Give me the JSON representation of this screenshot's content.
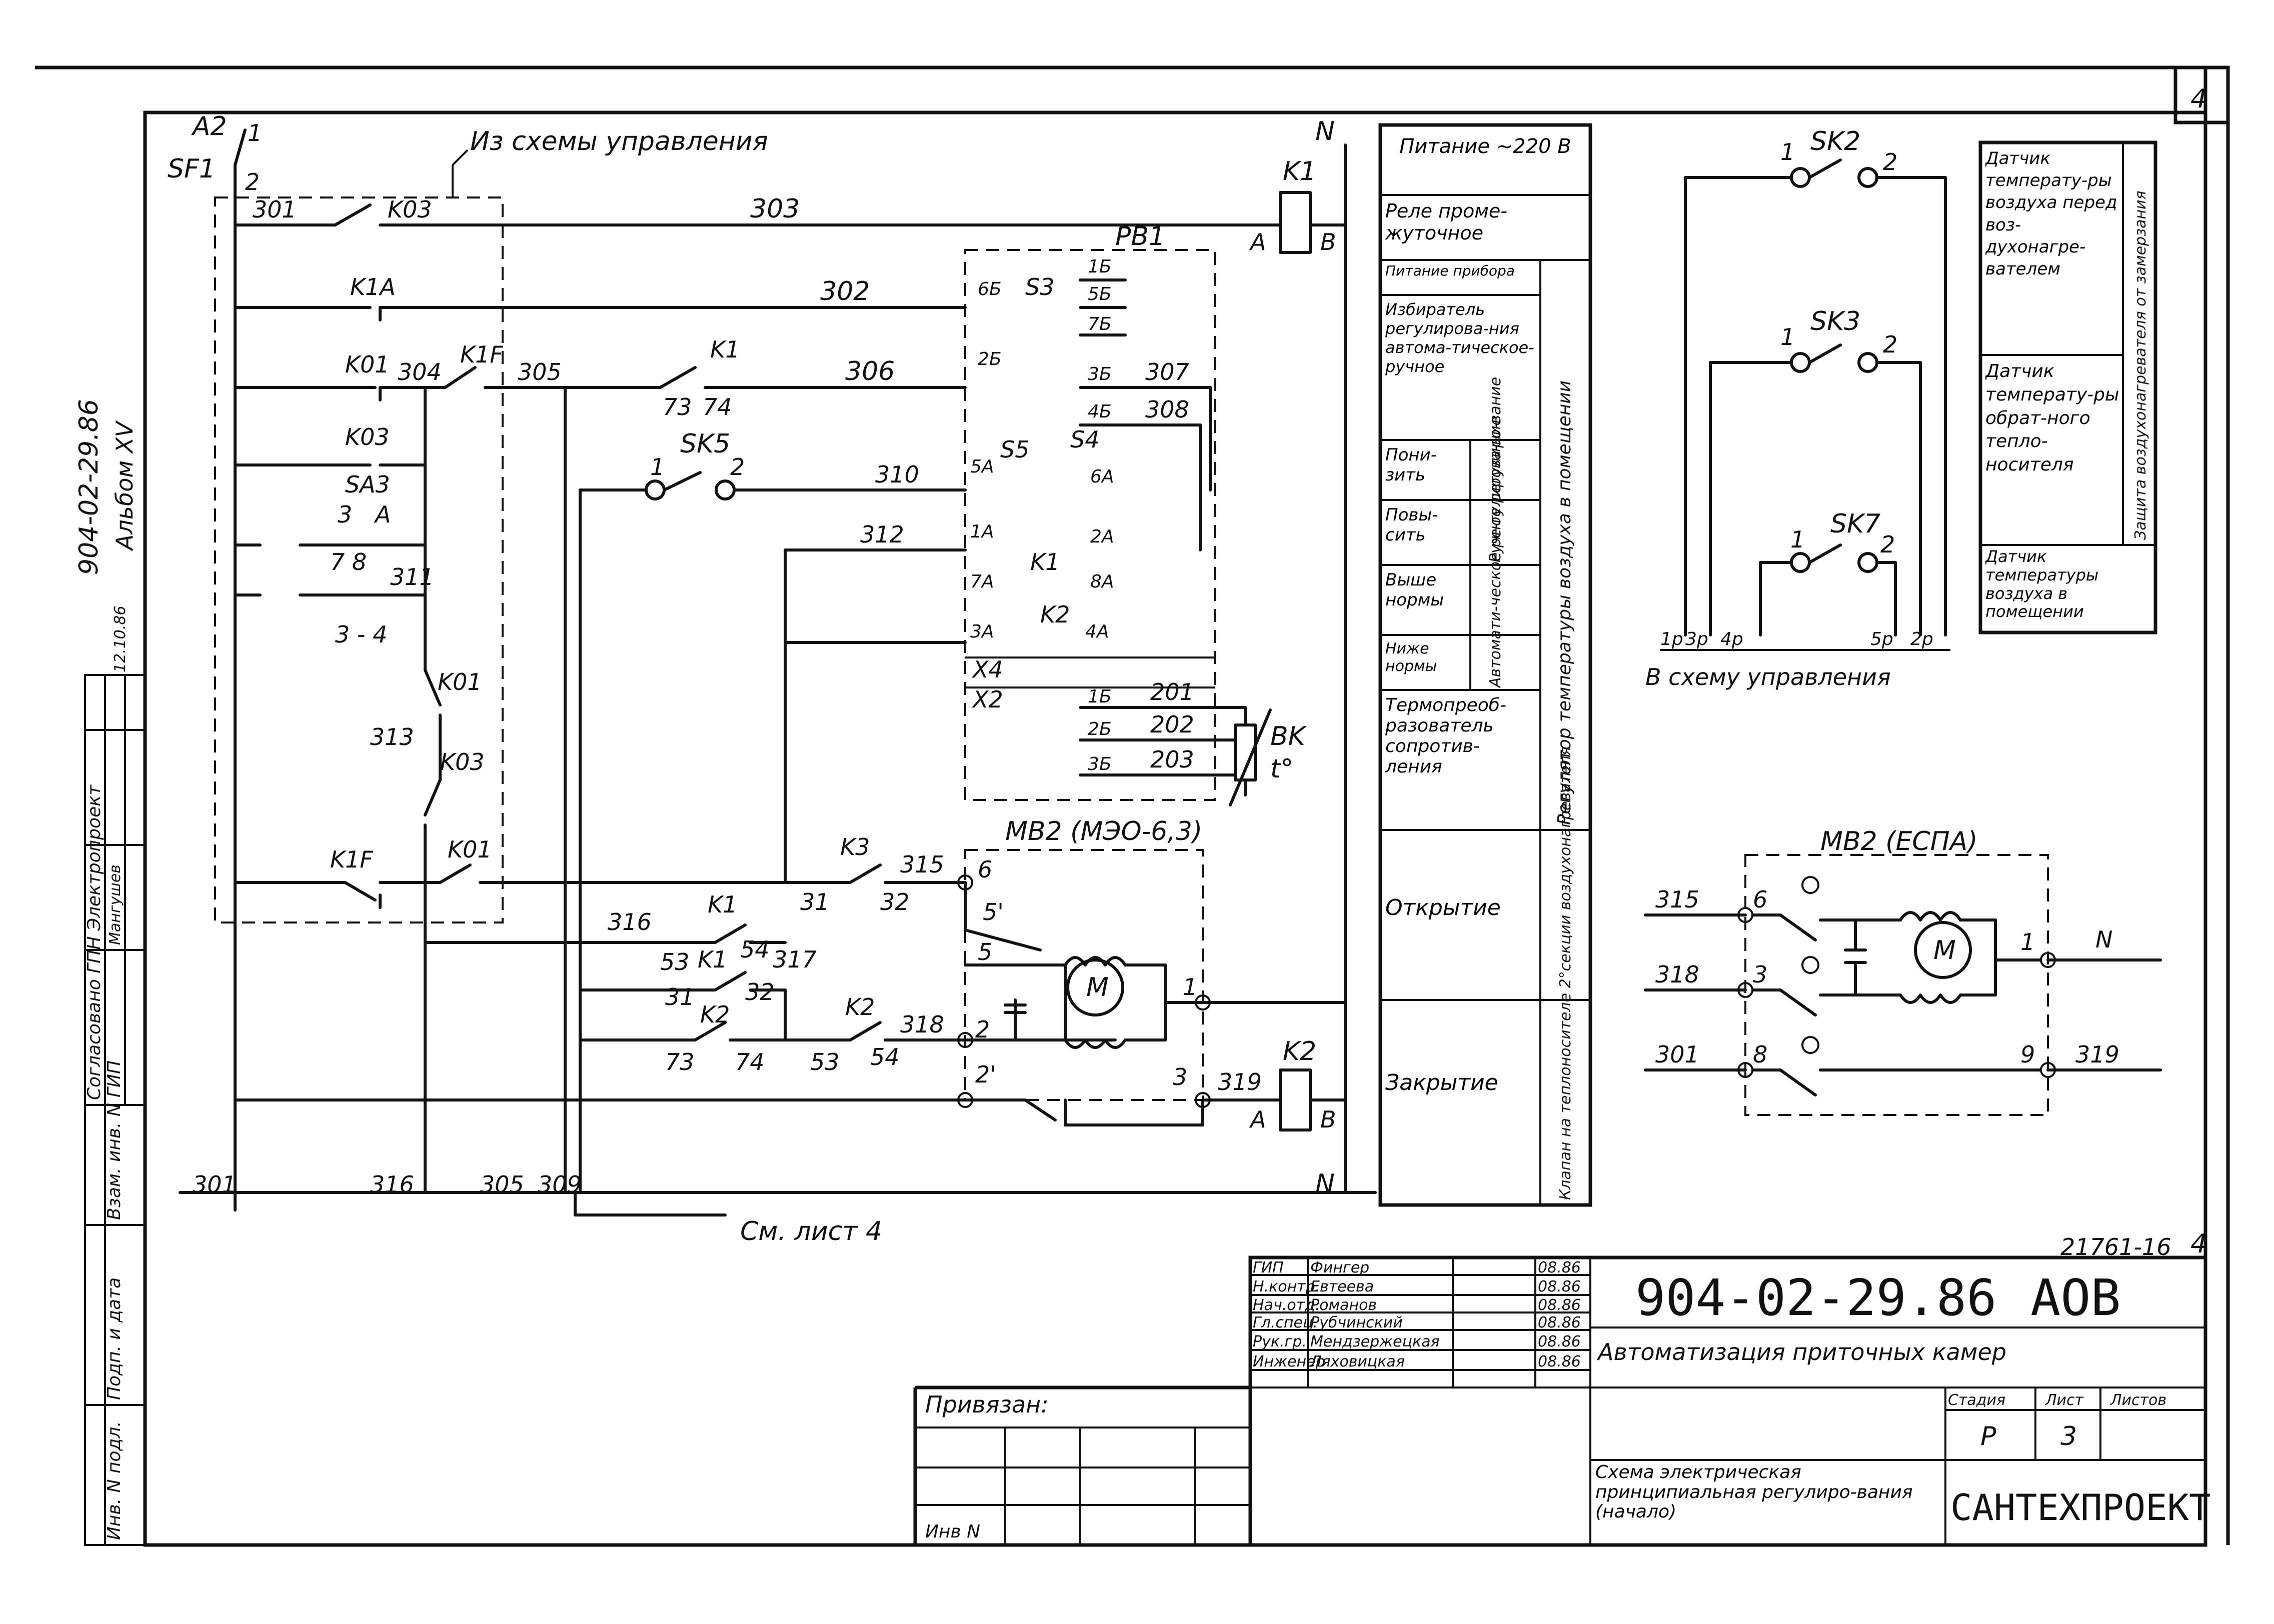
{
  "page_number": "4",
  "side": {
    "doc_code": "904-02-29.86",
    "album": "Альбом XV",
    "agreed": "Согласовано  ГПН  Электропроект",
    "name1": "ГИП",
    "name2": "Мангушев",
    "date": "12.10.86",
    "vzam": "Взам. инв. N",
    "podp": "Подп. и дата",
    "inv": "Инв. N подл."
  },
  "diagram": {
    "a2_1": "A2",
    "a2_2": "1",
    "sf1": "SF1",
    "sf1_2": "2",
    "from_control": "Из схемы управления",
    "n_top": "N",
    "n_bottom": "N",
    "k1": "K1",
    "k1_a": "A",
    "k1_b": "B",
    "k2": "K2",
    "k2_a": "A",
    "k2_b": "B",
    "w301": "301",
    "w303": "303",
    "w302": "302",
    "w304": "304",
    "w305": "305",
    "w306": "306",
    "w307": "307",
    "w308": "308",
    "w310": "310",
    "w312": "312",
    "w311": "311",
    "w313": "313",
    "w315": "315",
    "w316": "316",
    "w317": "317",
    "w318": "318",
    "w319": "319",
    "w201": "201",
    "w202": "202",
    "w203": "203",
    "b301": "301",
    "b316": "316",
    "b305": "305",
    "b309": "309",
    "c_k03_1": "K03",
    "c_k1a": "K1A",
    "c_k01": "K01",
    "c_k1f_1": "K1F",
    "c_k03_2": "K03",
    "c_sa3": "SA3",
    "sa3_3": "3",
    "sa3_a": "A",
    "sa3_78": "7 8",
    "sa3_34": "3 - 4",
    "c_k01_2": "K01",
    "c_k03_3": "K03",
    "c_k1f_2": "K1F",
    "c_k01_3": "K01",
    "c_k1_1": "K1",
    "n73": "73",
    "n74": "74",
    "c_sk5": "SK5",
    "sk5_1": "1",
    "sk5_2": "2",
    "pb1": "PB1",
    "pb1_6b": "6Б",
    "pb1_s3": "S3",
    "pb1_2b": "2Б",
    "pb1_5a": "5A",
    "pb1_s5": "S5",
    "pb1_s4": "S4",
    "pb1_6a": "6A",
    "pb1_1a": "1A",
    "pb1_2a": "2A",
    "pb1_7a": "7A",
    "pb1_k1": "K1",
    "pb1_8a": "8A",
    "pb1_3a": "3A",
    "pb1_k2": "K2",
    "pb1_4a": "4A",
    "x4": "X4",
    "x2": "X2",
    "t1b": "1Б",
    "t5b": "5Б",
    "t7b": "7Б",
    "t3b": "3Б",
    "t4b": "4Б",
    "t1b2": "1Б",
    "t2b": "2Б",
    "t3b2": "3Б",
    "bk": "BK",
    "bk_t": "t°",
    "mb2_title": "MB2 (МЭО-6,3)",
    "k3": "K3",
    "n31": "31",
    "n32": "32",
    "k1_2": "K1",
    "n53": "53",
    "n54": "54",
    "k1_3": "K1",
    "n31b": "31",
    "n32b": "32",
    "k2_c": "K2",
    "n73b": "73",
    "n74b": "74",
    "k2_d": "K2",
    "n53b": "53",
    "n54b": "54",
    "m6": "6",
    "m5p": "5'",
    "m5": "5",
    "m2": "2",
    "m2p": "2'",
    "m1": "1",
    "m3": "3",
    "motor": "M",
    "see_sheet": "См. лист 4"
  },
  "table": {
    "r1": "Питание ~220 В",
    "r2": "Реле проме-жуточное",
    "r3": "Питание прибора",
    "r4": "Избиратель регулирова-ния автома-тическое-ручное",
    "r5": "Пони-зить",
    "r6": "Повы-сить",
    "r7": "Выше нормы",
    "r8": "Ниже нормы",
    "r9": "Термопреоб-разователь сопротив-ления",
    "r10": "Открытие",
    "r11": "Закрытие",
    "v1": "Ручное регулиро-вание",
    "v2": "Автомати-ческое ре-гулирова-ние",
    "v3": "Регулятор температуры воздуха в помещении",
    "v4": "Клапан на теплоносителе 2°секции воздухонагревателя"
  },
  "sensors": {
    "sk2": "SK2",
    "sk3": "SK3",
    "sk7": "SK7",
    "p1": "1",
    "p2": "2",
    "t1p": "1р",
    "t3p": "3р",
    "t4p": "4р",
    "t5p": "5р",
    "t2p": "2р",
    "to_control": "В схему управления",
    "d1": "Датчик температу-ры воздуха перед воз-духонагре-вателем",
    "d2": "Датчик температу-ры обрат-ного тепло-носителя",
    "d3": "Датчик температуры воздуха в помещении",
    "dv": "Защита воздухонагревателя от замерзания"
  },
  "mb2b": {
    "title": "MB2 (ЕСПА)",
    "w315": "315",
    "w318": "318",
    "w301": "301",
    "w319": "319",
    "p6": "6",
    "p3": "3",
    "p8": "8",
    "p1": "1",
    "p9": "9",
    "n": "N",
    "motor": "M"
  },
  "stamp": {
    "ref": "21761-16",
    "ref_sheet": "4",
    "code": "904-02-29.86",
    "suffix": "АОВ",
    "title": "Автоматизация приточных камер",
    "subtitle": "Схема электрическая принципиальная регулиро-вания (начало)",
    "stage_h": "Стадия",
    "sheet_h": "Лист",
    "sheets_h": "Листов",
    "stage": "Р",
    "sheet": "3",
    "org": "САНТЕХПРОЕКТ",
    "tied": "Привязан:",
    "inv": "Инв N",
    "rows": [
      {
        "role": "ГИП",
        "name": "Фингер",
        "date": "08.86"
      },
      {
        "role": "Н.контр.",
        "name": "Евтеева",
        "date": "08.86"
      },
      {
        "role": "Нач.отд.",
        "name": "Романов",
        "date": "08.86"
      },
      {
        "role": "Гл.спец.",
        "name": "Рубчинский",
        "date": "08.86"
      },
      {
        "role": "Рук.гр.",
        "name": "Мендзержецкая",
        "date": "08.86"
      },
      {
        "role": "Инженер",
        "name": "Ляховицкая",
        "date": "08.86"
      }
    ]
  }
}
